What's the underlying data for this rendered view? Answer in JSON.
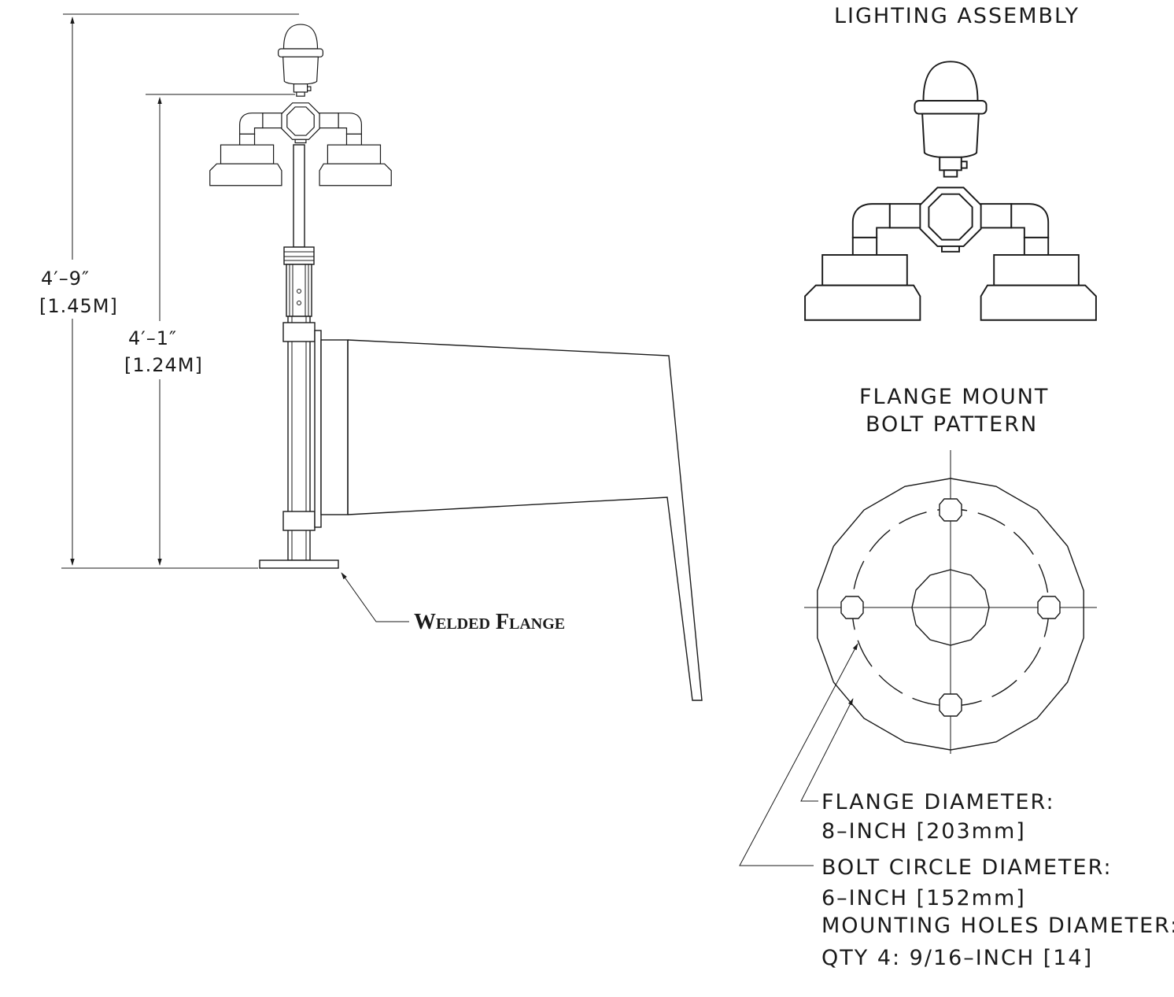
{
  "titles": {
    "lighting_assembly": "LIGHTING ASSEMBLY",
    "flange_mount_line1": "FLANGE MOUNT",
    "flange_mount_line2": "BOLT PATTERN"
  },
  "dimensions": {
    "overall_imperial": "4′–9″",
    "overall_metric": "[1.45M]",
    "pole_imperial": "4′–1″",
    "pole_metric": "[1.24M]"
  },
  "callouts": {
    "welded_flange": "Welded Flange"
  },
  "notes": {
    "flange_diameter_label": "FLANGE DIAMETER:",
    "flange_diameter_value": "8–INCH [203mm]",
    "bolt_circle_label": "BOLT CIRCLE DIAMETER:",
    "bolt_circle_value": "6–INCH [152mm]",
    "mounting_holes_label": "MOUNTING HOLES DIAMETER:",
    "mounting_holes_value": "QTY 4: 9/16–INCH [14]"
  }
}
